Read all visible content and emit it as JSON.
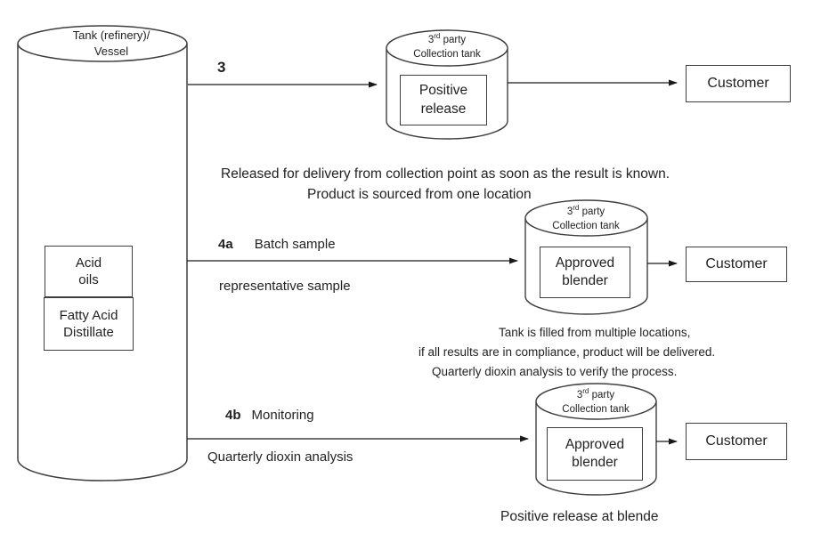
{
  "colors": {
    "line": "#3f3f3f",
    "text": "#222222"
  },
  "source_tank": {
    "title_line1": "Tank (refinery)/",
    "title_line2": "Vessel",
    "acid_line1": "Acid",
    "acid_line2": "oils",
    "fad_line1": "Fatty Acid",
    "fad_line2": "Distillate"
  },
  "step3": {
    "num": "3"
  },
  "note_released": {
    "line1": "Released for delivery from collection point as soon as the result is known.",
    "line2": "Product is sourced from one location"
  },
  "tank1": {
    "party_base": "3",
    "party_sup": "rd",
    "party_rest": " party",
    "line2": "Collection tank",
    "inner_line1": "Positive",
    "inner_line2": "release"
  },
  "customer1": {
    "label": "Customer"
  },
  "step4a": {
    "num": "4a",
    "label": "Batch sample",
    "sub_label": "representative sample"
  },
  "tank2": {
    "party_base": "3",
    "party_sup": "rd",
    "party_rest": " party",
    "line2": "Collection tank",
    "inner_line1": "Approved",
    "inner_line2": "blender"
  },
  "customer2": {
    "label": "Customer"
  },
  "note_multi": {
    "line1": "Tank is filled from multiple locations,",
    "line2": "if all results are in compliance, product will be delivered.",
    "line3": "Quarterly dioxin analysis to verify the process."
  },
  "step4b": {
    "num": "4b",
    "label": "Monitoring",
    "sub_label": "Quarterly dioxin analysis"
  },
  "tank3": {
    "party_base": "3",
    "party_sup": "rd",
    "party_rest": " party",
    "line2": "Collection tank",
    "inner_line1": "Approved",
    "inner_line2": "blender"
  },
  "customer3": {
    "label": "Customer"
  },
  "footer": {
    "text": "Positive release at blende"
  }
}
